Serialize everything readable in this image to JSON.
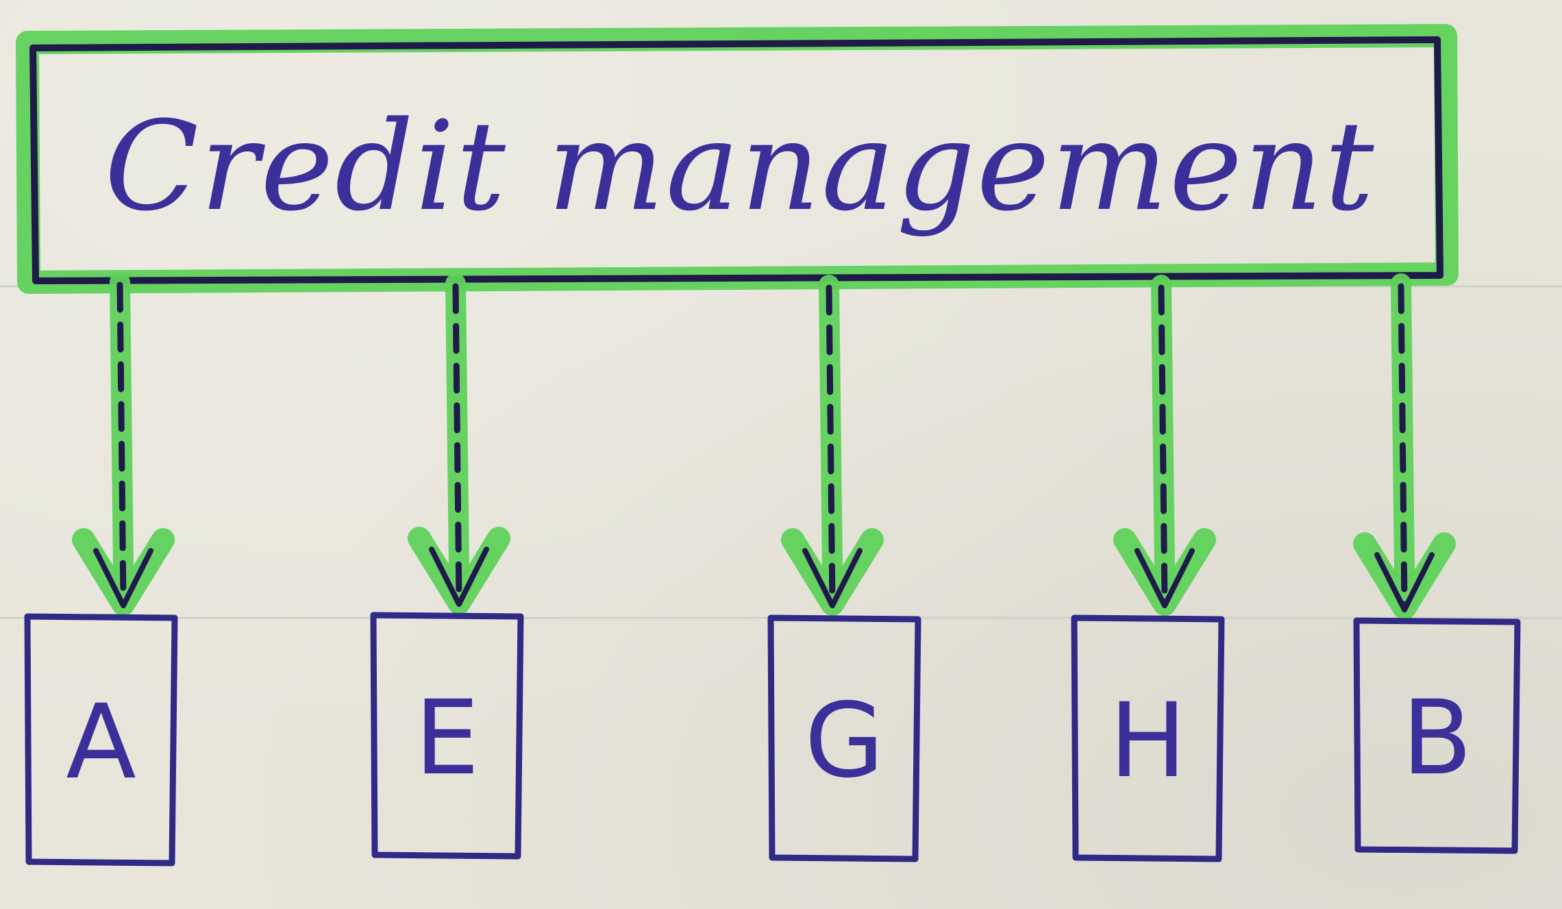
{
  "title": "Credit management",
  "nodes": [
    {
      "id": "A",
      "label": "A"
    },
    {
      "id": "E",
      "label": "E"
    },
    {
      "id": "G",
      "label": "G"
    },
    {
      "id": "H",
      "label": "H"
    },
    {
      "id": "B",
      "label": "B"
    }
  ],
  "edges": [
    {
      "from": "Credit management",
      "to": "A",
      "style": "dashed-arrow"
    },
    {
      "from": "Credit management",
      "to": "E",
      "style": "dashed-arrow"
    },
    {
      "from": "Credit management",
      "to": "G",
      "style": "dashed-arrow"
    },
    {
      "from": "Credit management",
      "to": "H",
      "style": "dashed-arrow"
    },
    {
      "from": "Credit management",
      "to": "B",
      "style": "dashed-arrow"
    }
  ],
  "colors": {
    "paper": "#e8e6db",
    "ink": "#2e2a86",
    "dark_ink": "#1f1a4a",
    "highlight": "#5fd15a"
  }
}
